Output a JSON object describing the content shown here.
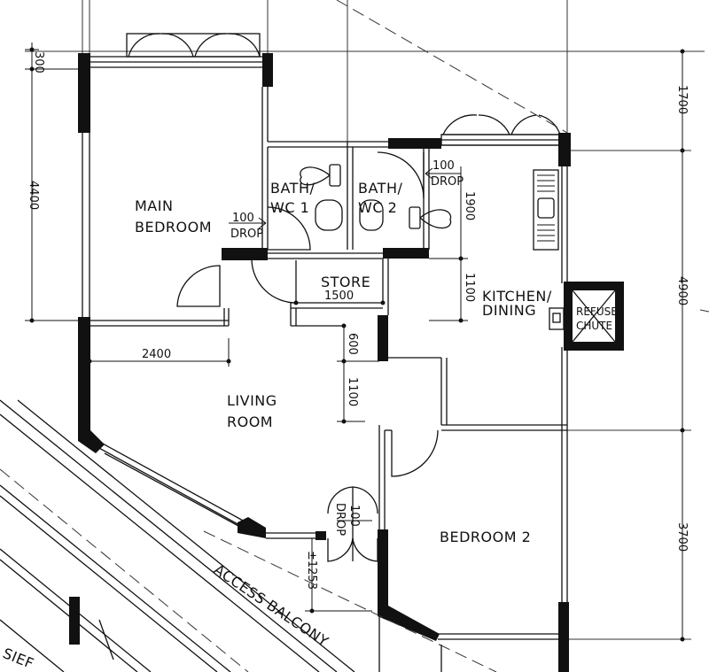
{
  "rooms": {
    "main_bedroom": [
      "MAIN",
      "BEDROOM"
    ],
    "bath1": [
      "BATH/",
      "WC 1"
    ],
    "bath2": [
      "BATH/",
      "WC 2"
    ],
    "store": "STORE",
    "kitchen": [
      "KITCHEN/",
      "DINING"
    ],
    "refuse": [
      "REFUSE",
      "CHUTE"
    ],
    "living": [
      "LIVING",
      "ROOM"
    ],
    "bedroom2": "BEDROOM 2",
    "access_balcony": "ACCESS BALCONY",
    "edge_fragment": "SIEF"
  },
  "drops": {
    "main_bedroom": [
      "100",
      "DROP"
    ],
    "bath2": [
      "100",
      "DROP"
    ],
    "entrance": [
      "100",
      "DROP"
    ]
  },
  "dimensions": {
    "top_300": "300",
    "main_4400": "4400",
    "store_1500": "1500",
    "bath_1900": "1900",
    "kitchen_1100": "1100",
    "living_2400": "2400",
    "living_600": "600",
    "living_1100": "1100",
    "entrance_level": "±1253",
    "right_1700": "1700",
    "right_4900": "4900",
    "right_3700": "3700"
  }
}
